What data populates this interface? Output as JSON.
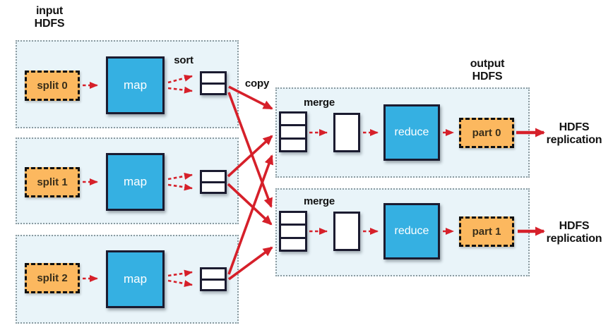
{
  "labels": {
    "input_hdfs": "input\nHDFS",
    "output_hdfs": "output\nHDFS",
    "sort": "sort",
    "copy": "copy"
  },
  "map_tasks": [
    {
      "split_label": "split 0",
      "map_label": "map"
    },
    {
      "split_label": "split 1",
      "map_label": "map"
    },
    {
      "split_label": "split 2",
      "map_label": "map"
    }
  ],
  "reduce_tasks": [
    {
      "merge_label": "merge",
      "reduce_label": "reduce",
      "part_label": "part 0",
      "replication_label": "HDFS\nreplication"
    },
    {
      "merge_label": "merge",
      "reduce_label": "reduce",
      "part_label": "part 1",
      "replication_label": "HDFS\nreplication"
    }
  ],
  "colors": {
    "box_orange": "#fcb85f",
    "box_blue": "#35b0e2",
    "arrow_red": "#d6202a",
    "region_bg": "#e9f4f9",
    "dark_border": "#1b1b30"
  }
}
